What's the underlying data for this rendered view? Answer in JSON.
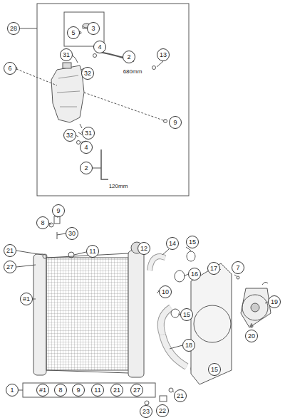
{
  "diagram": {
    "labels": [
      "28",
      "3",
      "5",
      "31",
      "4",
      "2",
      "680mm",
      "13",
      "6",
      "32",
      "9",
      "32",
      "31",
      "4",
      "2",
      "120mm",
      "9",
      "8",
      "30",
      "21",
      "11",
      "27",
      "12",
      "14",
      "15",
      "16",
      "17",
      "7",
      "10",
      "19",
      "#1",
      "15",
      "18",
      "20",
      "15",
      "1",
      "#1",
      "8",
      "9",
      "11",
      "21",
      "27",
      "21",
      "22",
      "23"
    ]
  }
}
